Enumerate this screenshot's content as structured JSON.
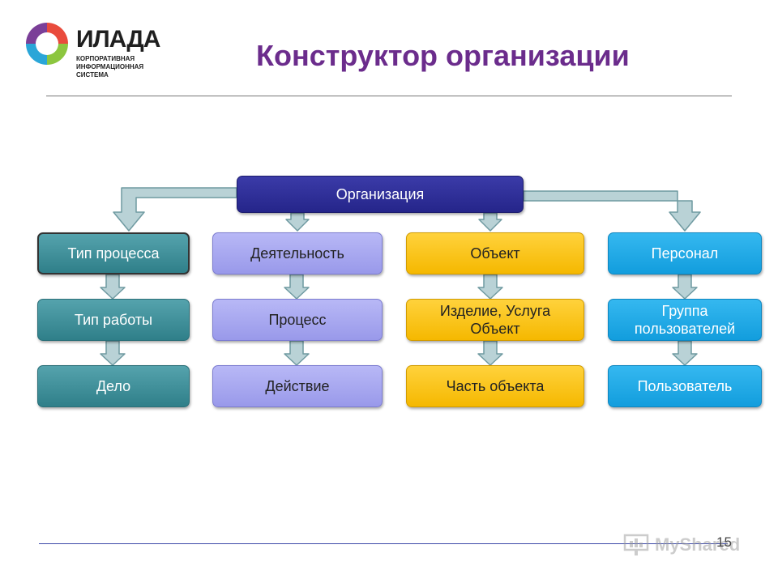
{
  "logo": {
    "name": "ИЛАДА",
    "subtitle_lines": [
      "КОРПОРАТИВНАЯ",
      "ИНФОРМАЦИОННАЯ",
      "СИСТЕМА"
    ]
  },
  "title": "Конструктор организации",
  "root": {
    "label": "Организация"
  },
  "columns": [
    {
      "items": [
        "Тип процесса",
        "Тип работы",
        "Дело"
      ]
    },
    {
      "items": [
        "Деятельность",
        "Процесс",
        "Действие"
      ]
    },
    {
      "items": [
        "Объект",
        "Изделие, Услуга Объект",
        "Часть объекта"
      ]
    },
    {
      "items": [
        "Персонал",
        "Группа пользователей",
        "Пользователь"
      ]
    }
  ],
  "page_number": "15",
  "watermark": "MyShared",
  "colors": {
    "title": "#6b2c8c",
    "root": "#2e2e96",
    "column_1": "#3f8f99",
    "column_2": "#a9a9f0",
    "column_3": "#fcc40a",
    "column_4": "#20a8e8",
    "arrow_fill": "#b9d2d6",
    "arrow_stroke": "#6f9aa1"
  }
}
